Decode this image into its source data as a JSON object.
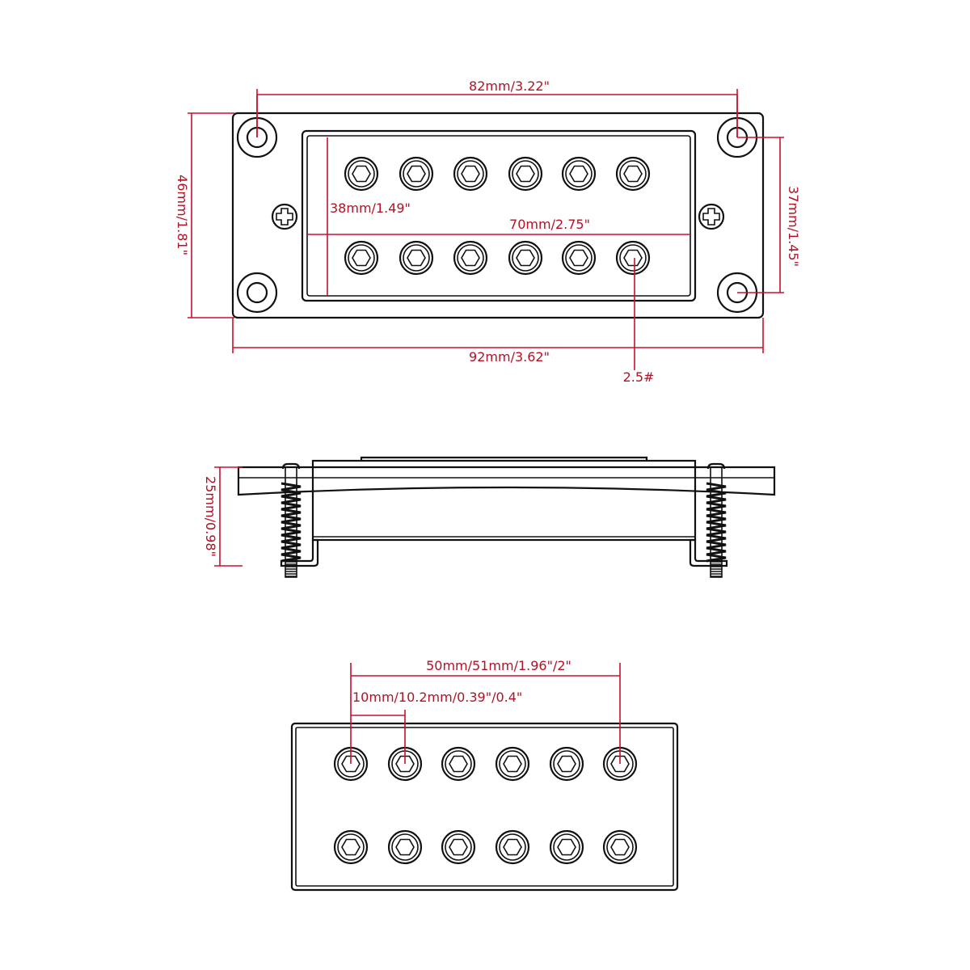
{
  "title": "Humbucker pickup dimension drawing",
  "colors": {
    "line": "#111111",
    "dimension": "#c8102e"
  },
  "top_view": {
    "width_mounting_holes": "82mm/3.22\"",
    "height_overall": "46mm/1.81\"",
    "height_mounting_holes": "37mm/1.45\"",
    "inner_height": "38mm/1.49\"",
    "inner_width": "70mm/2.75\"",
    "width_overall": "92mm/3.62\"",
    "pole_screw": "2.5#",
    "poles_per_row": 6,
    "rows": 2
  },
  "side_view": {
    "height": "25mm/0.98\""
  },
  "bottom_view": {
    "pole_span": "50mm/51mm/1.96\"/2\"",
    "pole_spacing": "10mm/10.2mm/0.39\"/0.4\"",
    "poles_per_row": 6,
    "rows": 2
  }
}
